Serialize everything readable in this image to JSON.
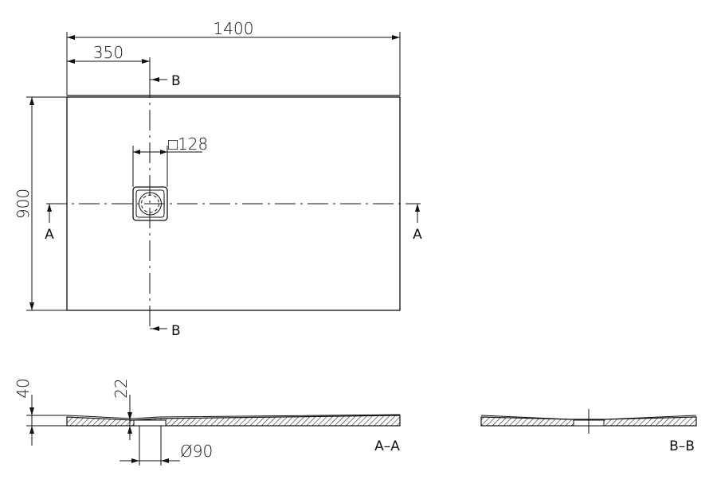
{
  "dimensions": {
    "width": "1400",
    "offset": "350",
    "height": "900",
    "drain_square": "□128",
    "total_thickness": "40",
    "drain_depth": "22",
    "drain_diameter": "Ø90"
  },
  "section_markers": {
    "a_left": "A",
    "a_right": "A",
    "b_top": "B",
    "b_bottom": "B"
  },
  "views": {
    "section_aa": "A–A",
    "section_bb": "B–B"
  }
}
